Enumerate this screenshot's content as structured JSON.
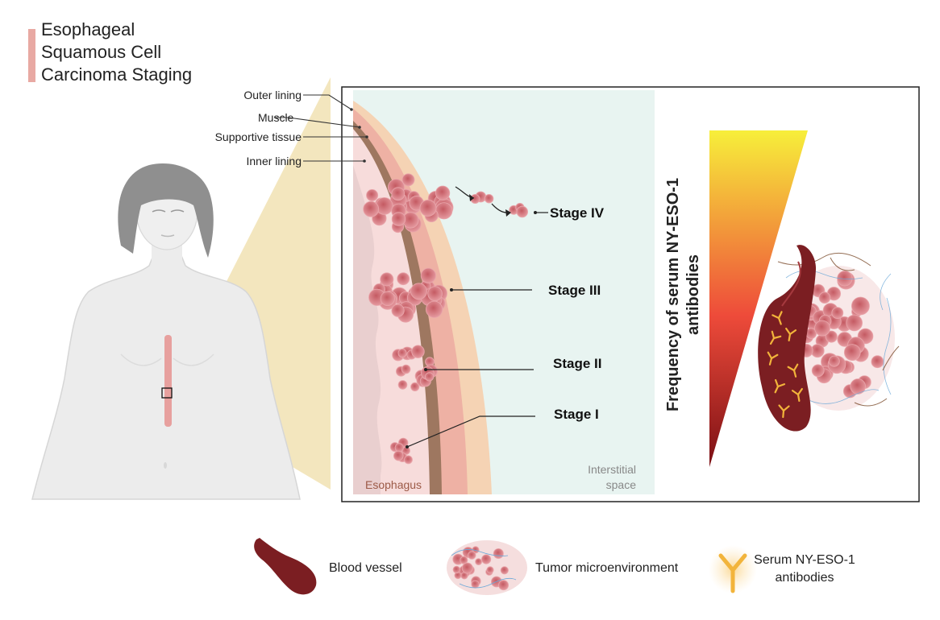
{
  "title": {
    "line1": "Esophageal",
    "line2": "Squamous Cell",
    "line3": "Carcinoma Staging"
  },
  "layers": {
    "outer": "Outer lining",
    "muscle": "Muscle",
    "supportive": "Supportive tissue",
    "inner": "Inner lining"
  },
  "stages": {
    "iv": "Stage IV",
    "iii": "Stage III",
    "ii": "Stage II",
    "i": "Stage I"
  },
  "regions": {
    "esophagus": "Esophagus",
    "interstitial1": "Interstitial",
    "interstitial2": "space"
  },
  "frequency_label": {
    "line1": "Frequency of serum NY-ESO-1",
    "line2": "antibodies"
  },
  "legend": {
    "blood_vessel": "Blood vessel",
    "tumor_microenvironment": "Tumor microenvironment",
    "antibodies_line1": "Serum NY-ESO-1",
    "antibodies_line2": "antibodies"
  },
  "colors": {
    "accent_bar": "#e8a9a3",
    "zoom_cone": "#f3e6be",
    "interstitial_bg": "#e8f4f1",
    "outer_layer": "#f5d3b4",
    "muscle_layer": "#eeb1a4",
    "supportive_layer": "#9e7760",
    "inner_lining": "#f7dcdb",
    "tumor": "#c9656c",
    "vessel": "#7b1e22",
    "antibody": "#f2b43b",
    "gradient_top": "#f7ef3a",
    "gradient_mid": "#ee4b3a",
    "gradient_bottom": "#7a0f14"
  }
}
